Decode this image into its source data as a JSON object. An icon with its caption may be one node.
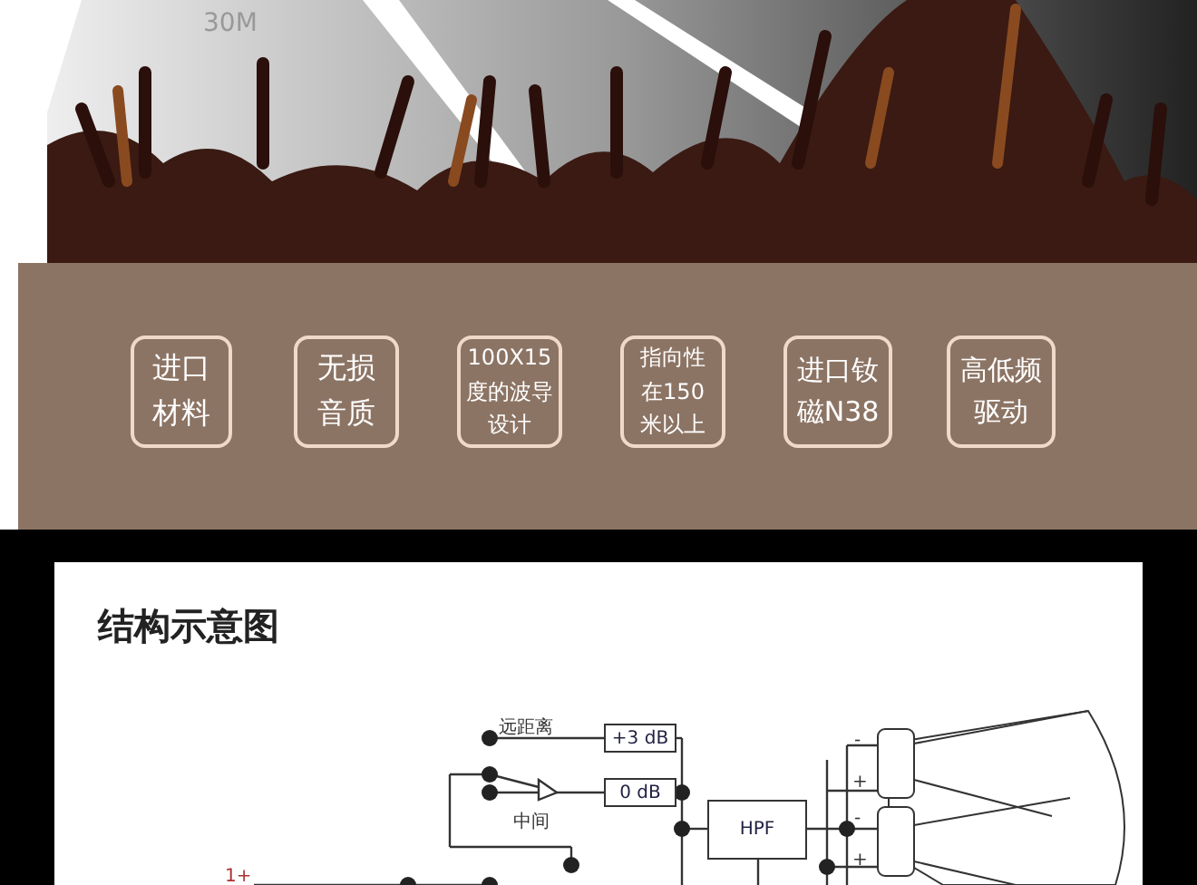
{
  "diagram": {
    "title": "结构示意图",
    "nodes": [
      {
        "text": [
          "进口材料"
        ]
      },
      {
        "text": [
          "无损音质"
        ]
      },
      {
        "text": [
          "100X15度的波导设计"
        ]
      },
      {
        "text": [
          "指向性在150米以上"
        ]
      },
      {
        "text": [
          "进口钕磁N38"
        ]
      },
      {
        "text": [
          "高低频驱动"
        ]
      },
      {
        "text": [
          "+3 dB"
        ]
      },
      {
        "text": [
          "0 dB"
        ]
      },
      {
        "text": [
          "HPF"
        ]
      }
    ],
    "edges": [],
    "labels": [
      "30M",
      "远距离",
      "中间",
      "-",
      "+",
      "-",
      "+",
      "1+"
    ]
  }
}
